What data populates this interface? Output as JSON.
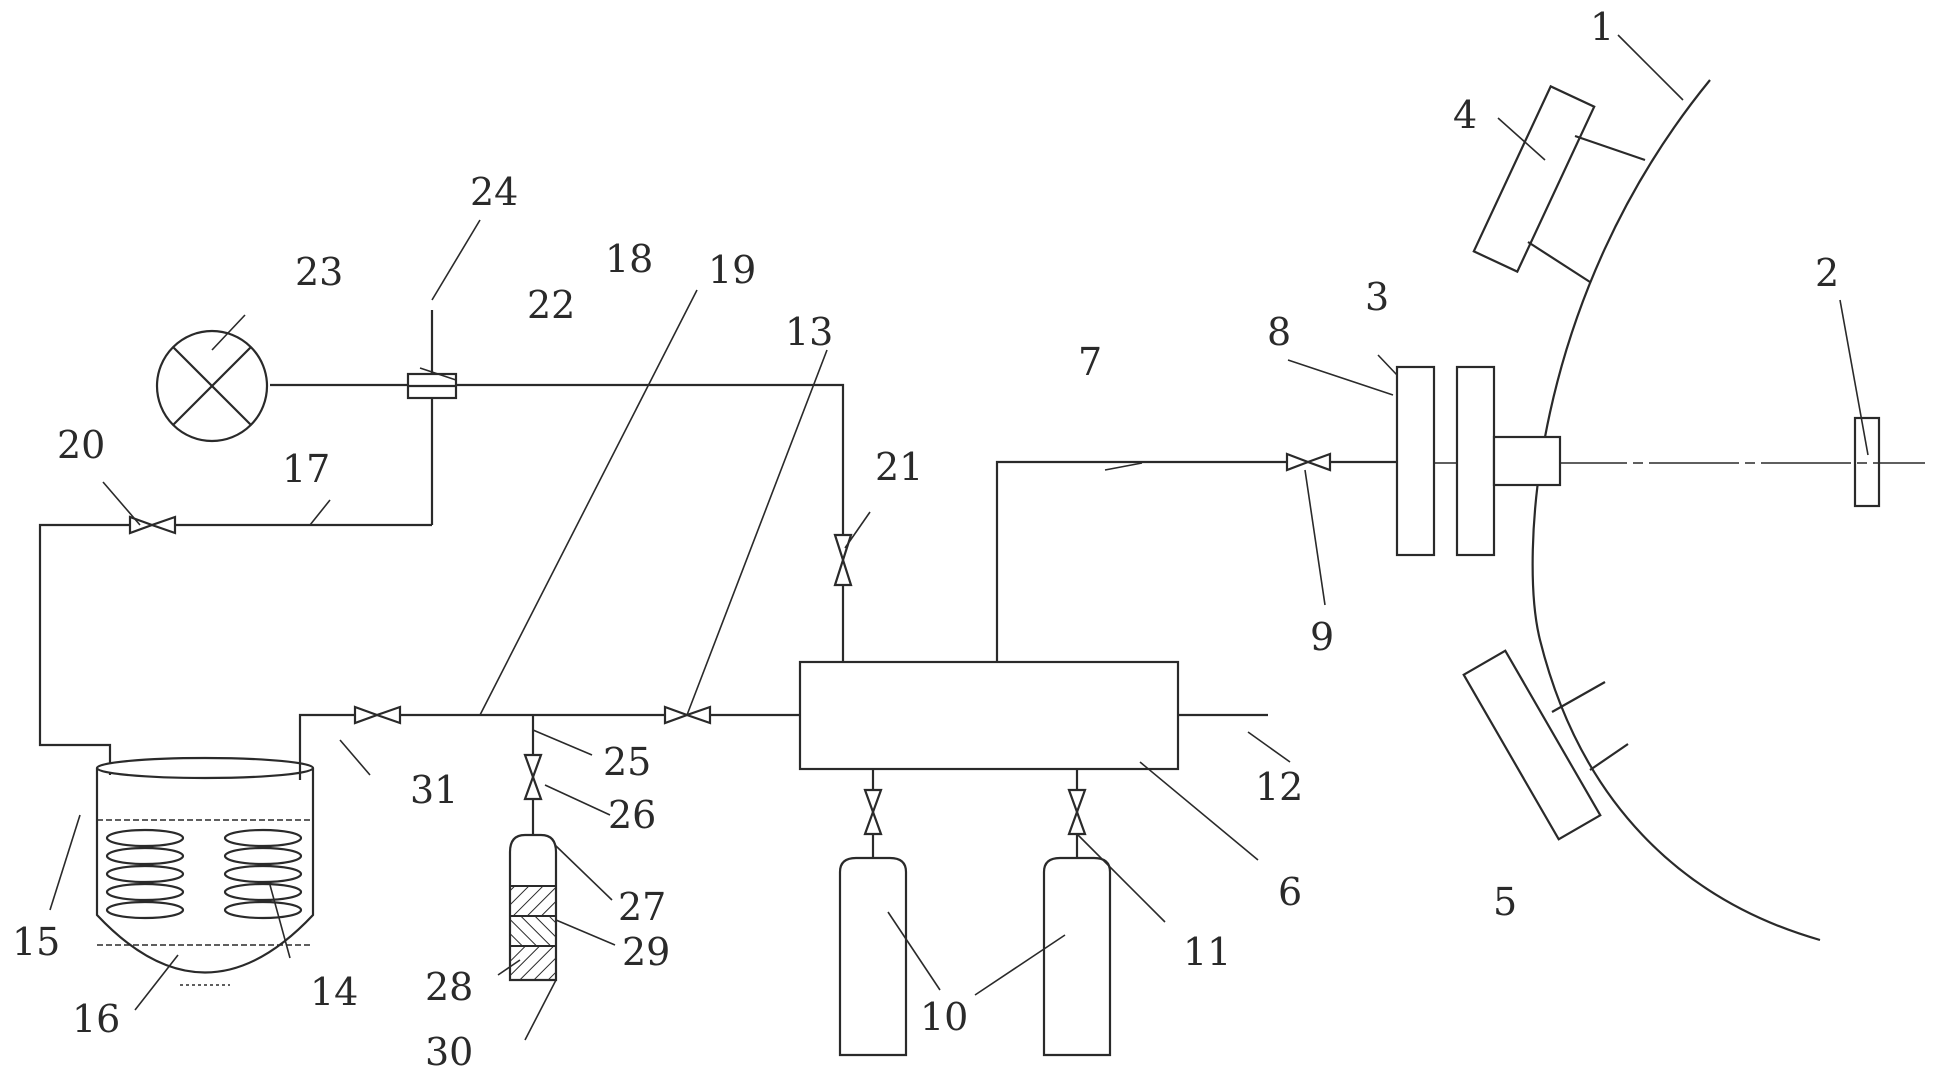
{
  "labels": {
    "l1": "1",
    "l2": "2",
    "l3": "3",
    "l4": "4",
    "l5": "5",
    "l6": "6",
    "l7": "7",
    "l8": "8",
    "l9": "9",
    "l10": "10",
    "l11": "11",
    "l12": "12",
    "l13": "13",
    "l14": "14",
    "l15": "15",
    "l16": "16",
    "l17": "17",
    "l18": "18",
    "l19": "19",
    "l20": "20",
    "l21": "21",
    "l22": "22",
    "l23": "23",
    "l24": "24",
    "l25": "25",
    "l26": "26",
    "l27": "27",
    "l28": "28",
    "l29": "29",
    "l30": "30",
    "l31": "31"
  },
  "colors": {
    "line": "#2a2a2a",
    "background": "#ffffff"
  }
}
